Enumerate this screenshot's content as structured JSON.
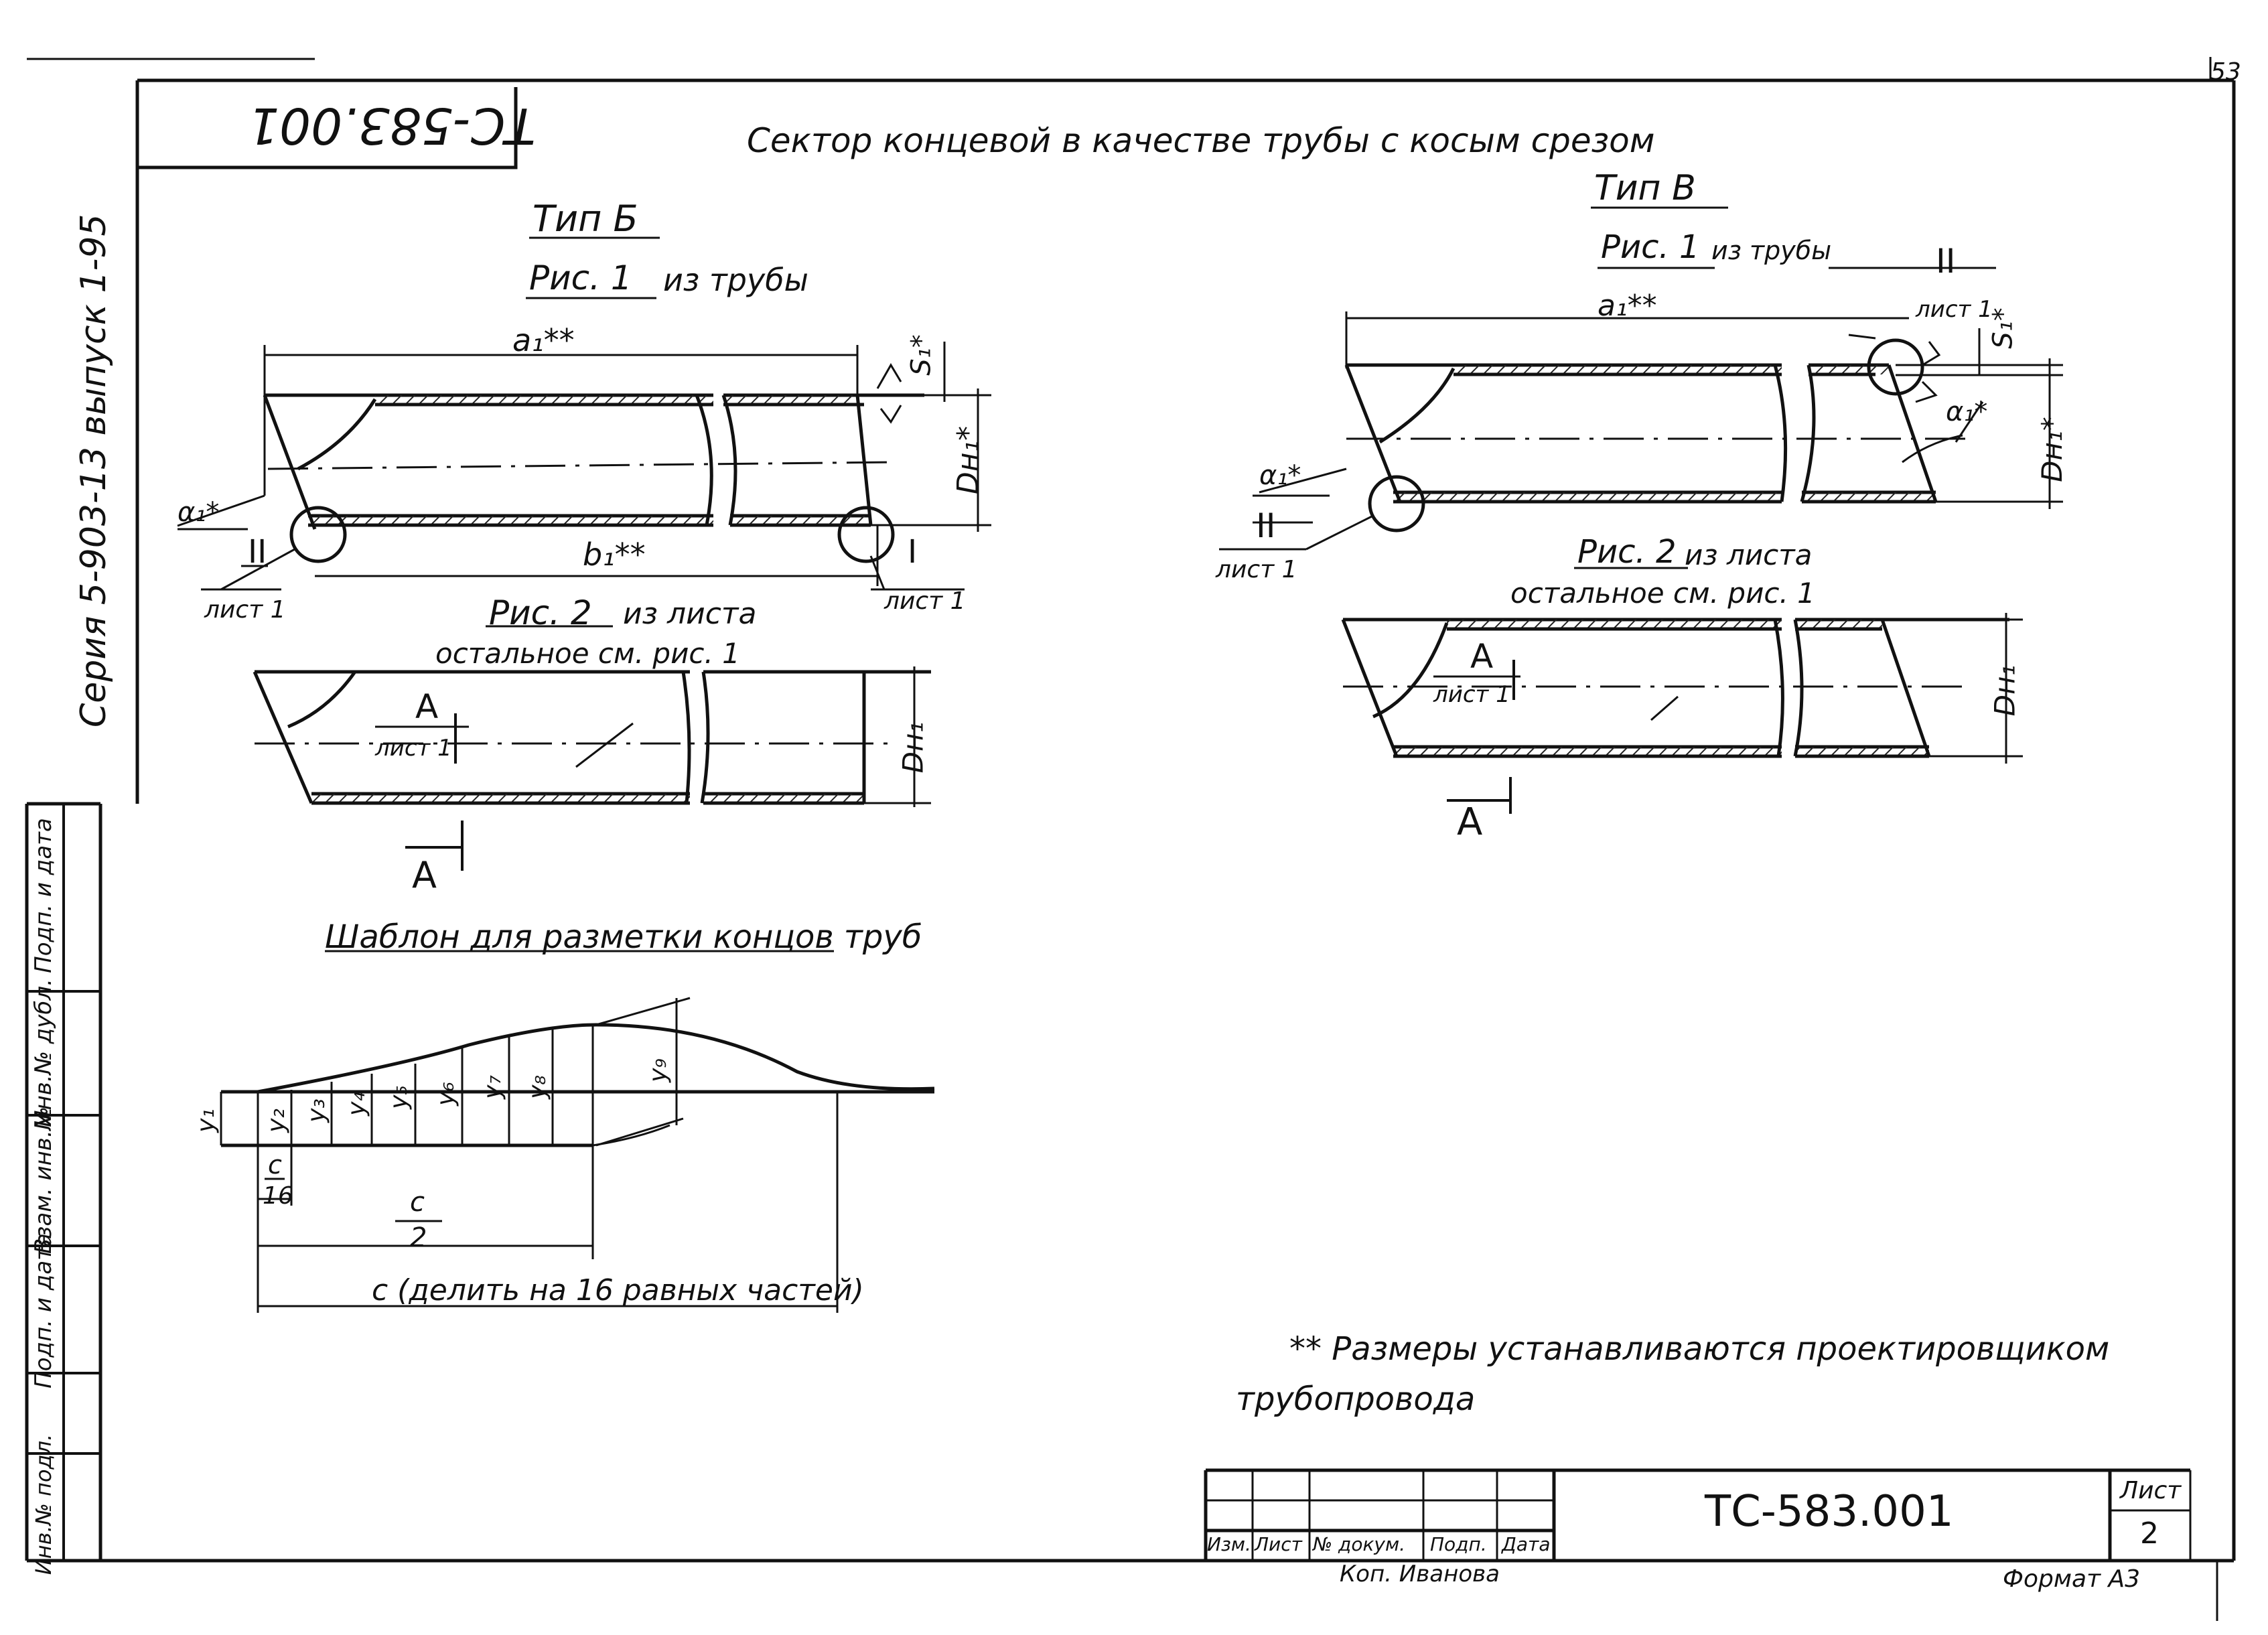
{
  "page": {
    "corner_number": "53"
  },
  "stamp_mirrored": "ТС-583.001",
  "main_title": "Сектор концевой в качестве трубы с косым срезом",
  "side_series": "Серия 5-903-13 выпуск 1-95",
  "side_stamp": {
    "cells": [
      "Подп. и дата",
      "Инв.№ дубл.",
      "Взам. инв.№",
      "Подп. и дата",
      "Инв.№ подл."
    ]
  },
  "type_b": {
    "title": "Тип Б",
    "fig1_caption": "Рис. 1",
    "fig1_sub": "из трубы",
    "dim_a1": "a₁**",
    "dim_b1": "b₁**",
    "dim_s1": "S₁*",
    "dim_dn1": "Dн₁*",
    "dim_alpha": "α₁*",
    "node_II": "II",
    "node_I": "I",
    "sheet_ref_left": "лист 1",
    "sheet_ref_right": "лист 1",
    "fig2_caption": "Рис. 2",
    "fig2_sub": "из листа",
    "fig2_note": "остальное см. рис. 1",
    "fig2_section": "A",
    "fig2_section_ref": "лист 1",
    "fig2_dn1": "Dн₁",
    "section_mark": "A"
  },
  "type_v": {
    "title": "Тип В",
    "fig1_caption": "Рис. 1",
    "fig1_sub": "из трубы",
    "dim_a1": "a₁**",
    "dim_s1": "S₁*",
    "dim_dn1": "Dн₁*",
    "dim_alpha_right": "α₁*",
    "dim_alpha_left": "α₁*",
    "node_II_top": "II",
    "node_II_top_ref": "лист 1",
    "node_II_bottom": "II",
    "node_II_bottom_ref": "лист 1",
    "fig2_caption": "Рис. 2",
    "fig2_sub": "из листа",
    "fig2_note": "остальное см. рис. 1",
    "fig2_section": "A",
    "fig2_section_ref": "лист 1",
    "fig2_dn1": "Dн₁",
    "section_mark": "A"
  },
  "template": {
    "title": "Шаблон для разметки концов труб",
    "y_labels": [
      "y₁",
      "y₂",
      "y₃",
      "y₄",
      "y₅",
      "y₆",
      "y₇",
      "y₈",
      "y₉"
    ],
    "c16_num": "c",
    "c16_den": "16",
    "c2_num": "c",
    "c2_den": "2",
    "c_full": "c (делить на 16 равных частей)"
  },
  "note": {
    "line1": "** Размеры устанавливаются проектировщиком",
    "line2": "трубопровода"
  },
  "title_block": {
    "columns": [
      "Изм.",
      "Лист",
      "№ докум.",
      "Подп.",
      "Дата"
    ],
    "doc_code": "ТС-583.001",
    "sheet_label": "Лист",
    "sheet_no": "2",
    "copied_by": "Коп. Иванова",
    "format": "Формат А3"
  }
}
